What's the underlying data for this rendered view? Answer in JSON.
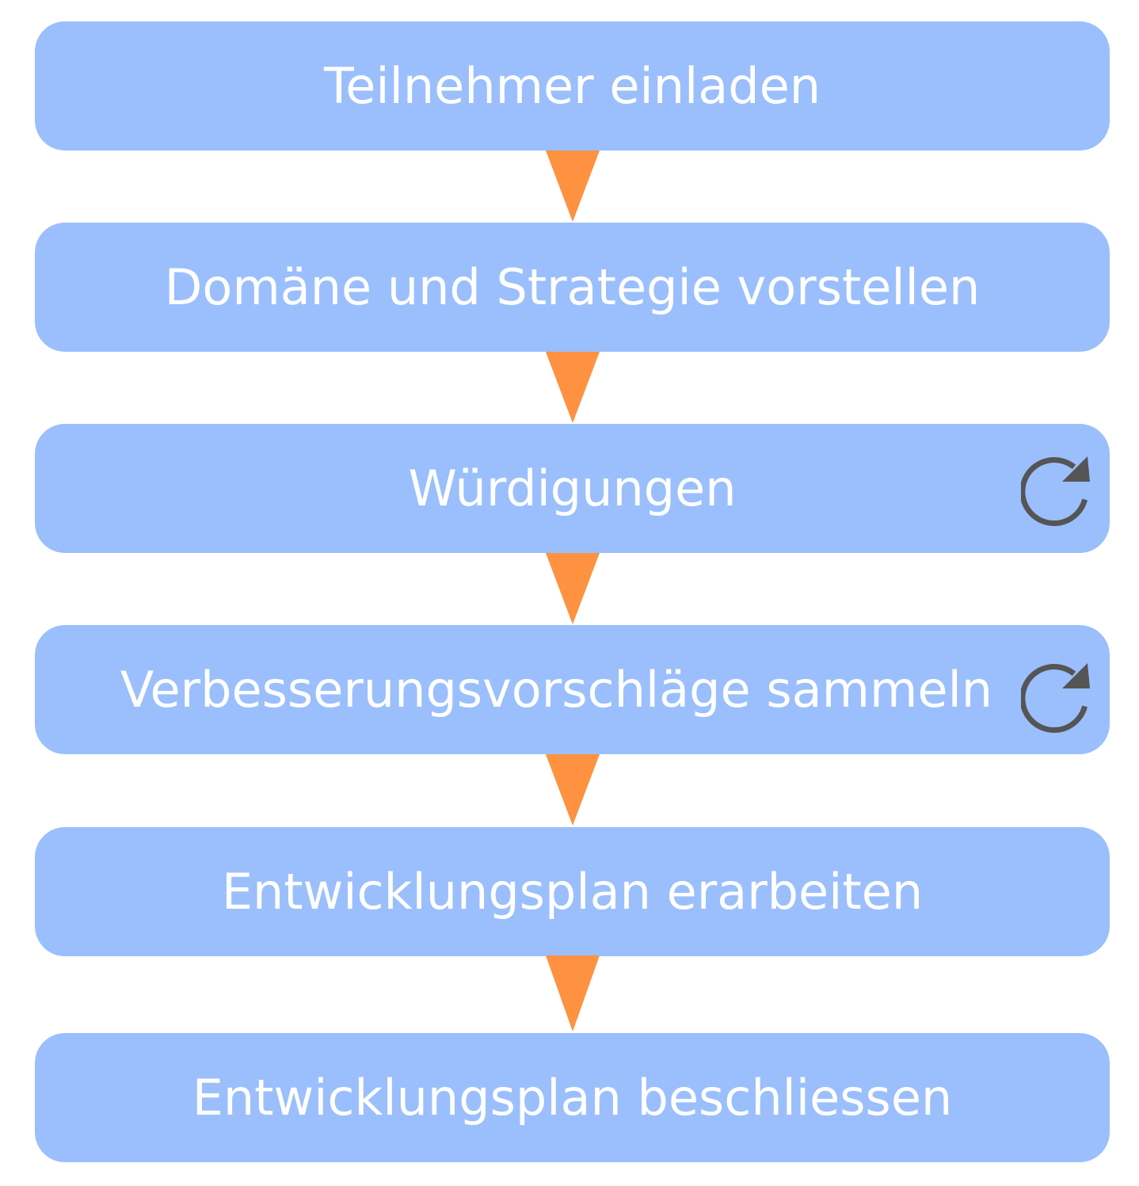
{
  "colors": {
    "step_fill": "#9bbffc",
    "step_text": "#ffffff",
    "arrow": "#fe9240",
    "repeat_icon": "#555555"
  },
  "steps": [
    {
      "label": "Teilnehmer einladen",
      "repeat": false
    },
    {
      "label": "Domäne und Strategie vorstellen",
      "repeat": false
    },
    {
      "label": "Würdigungen",
      "repeat": true,
      "icon": "repeat-icon"
    },
    {
      "label": "Verbesserungsvorschläge sammeln",
      "repeat": true,
      "icon": "repeat-icon"
    },
    {
      "label": "Entwicklungsplan erarbeiten",
      "repeat": false
    },
    {
      "label": "Entwicklungsplan beschliessen",
      "repeat": false
    }
  ]
}
